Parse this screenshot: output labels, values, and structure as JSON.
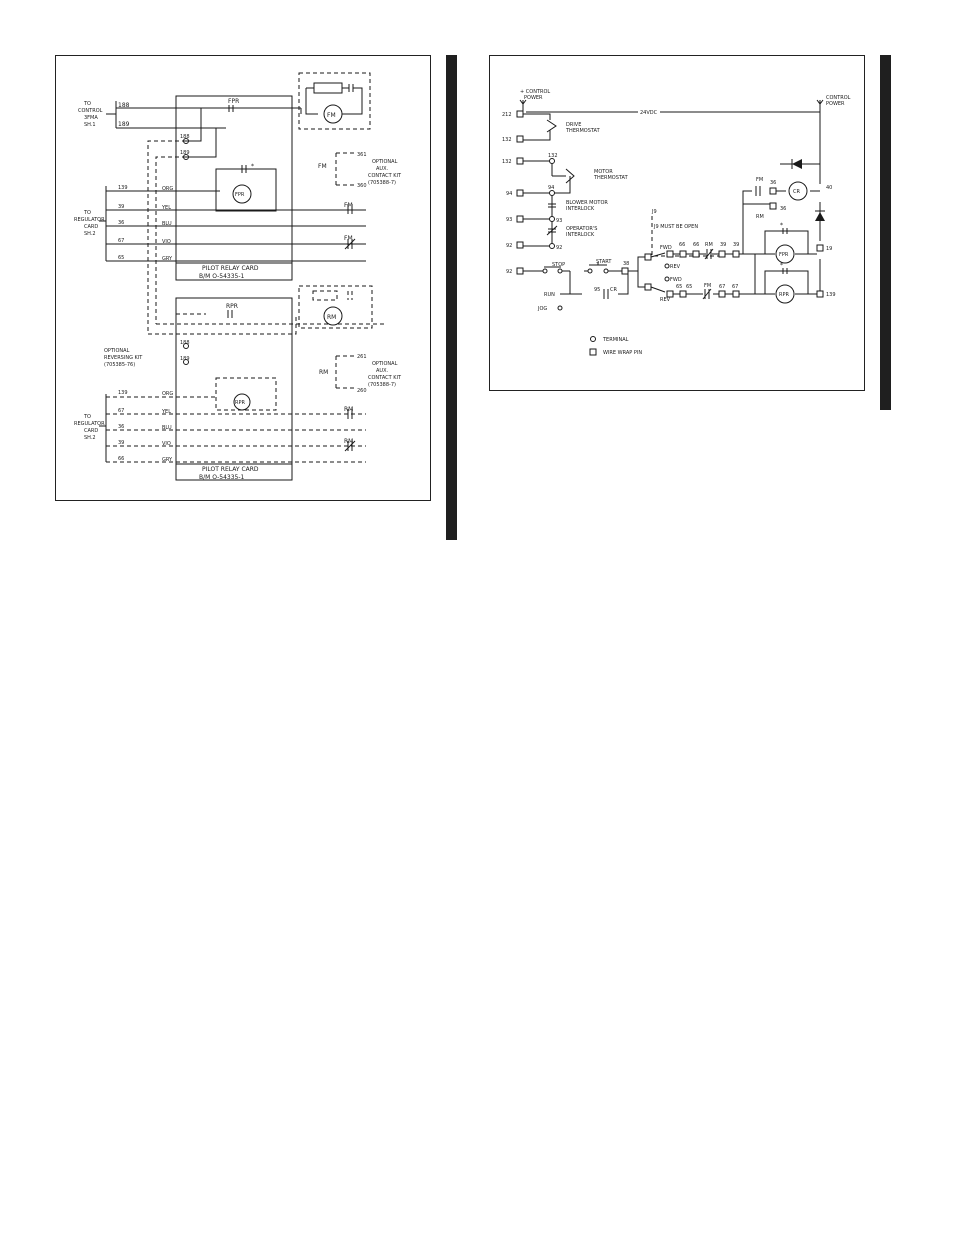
{
  "left_diagram": {
    "to_control_label": [
      "TO",
      "CONTROL",
      "3FMA",
      "SH.1"
    ],
    "wire_188": "188",
    "wire_189": "189",
    "fpr_top": "FPR",
    "fm_motor": "FM",
    "fm_aux": "FM",
    "aux_top": [
      "OPTIONAL",
      "AUX.",
      "CONTACT KIT",
      "(705388-7)"
    ],
    "aux_top_terminal_a": "361",
    "aux_top_terminal_b": "360",
    "to_regulator_label": [
      "TO",
      "REGULATOR",
      "CARD",
      "SH.2"
    ],
    "wires": [
      "139",
      "39",
      "36",
      "67",
      "65"
    ],
    "colors": [
      "ORG",
      "YEL",
      "BLU",
      "VIO",
      "GRY"
    ],
    "fpr_coil": "FPR",
    "asterisk": "*",
    "fm_contact_1": "FM",
    "fm_contact_2": "FM",
    "card_top": [
      "PILOT RELAY CARD",
      "B/M O-54335-1"
    ],
    "rpr_label": "RPR",
    "rm_motor": "RM",
    "reversing_kit": [
      "OPTIONAL",
      "REVERSING KIT",
      "(705385-76)"
    ],
    "rev_188": "188",
    "rev_189": "189",
    "rm_aux": "RM",
    "aux_bottom": [
      "OPTIONAL",
      "AUX.",
      "CONTACT KIT",
      "(705388-7)"
    ],
    "aux_bottom_terminal_a": "261",
    "aux_bottom_terminal_b": "260",
    "rpr_coil": "RPR",
    "to_regulator_label_2": [
      "TO",
      "REGULATOR",
      "CARD",
      "SH.2"
    ],
    "wires_2": [
      "139",
      "67",
      "36",
      "39",
      "66"
    ],
    "colors_2": [
      "ORG",
      "YEL",
      "BLU",
      "VIO",
      "GRY"
    ],
    "rm_contact_1": "RM",
    "rm_contact_2": "RM",
    "card_bottom": [
      "PILOT RELAY CARD",
      "B/M O-54335-1"
    ]
  },
  "right_diagram": {
    "control_power_left": [
      "+ CONTROL",
      "POWER"
    ],
    "control_power_right": [
      "CONTROL",
      "POWER"
    ],
    "voltage": "24VDC",
    "pins": [
      "212",
      "132",
      "132",
      "94",
      "93",
      "92",
      "92"
    ],
    "n132": "132",
    "n94": "94",
    "n93": "93",
    "n92": "92",
    "drive_thermostat": [
      "DRIVE",
      "THERMOSTAT"
    ],
    "motor_thermostat": [
      "MOTOR",
      "THERMOSTAT"
    ],
    "blower_interlock": [
      "BLOWER MOTOR",
      "INTERLOCK"
    ],
    "operator_interlock": [
      "OPERATOR'S",
      "INTERLOCK"
    ],
    "j9_label": "J9",
    "j9_note": "J9 MUST BE OPEN",
    "stop": "STOP",
    "start": "START",
    "n38": "38",
    "run": "RUN",
    "jog": "JOG",
    "n95": "95",
    "cr": "CR",
    "fwd_top": "FWD",
    "rev_top": "REV",
    "fwd_bottom": "FWD",
    "rev_bottom": "REV",
    "row1": [
      "66",
      "66",
      "RM",
      "39",
      "39"
    ],
    "row2": [
      "65",
      "65",
      "FM",
      "67",
      "67"
    ],
    "fm_contact": "FM",
    "n36a": "36",
    "n36b": "36",
    "rm_contact": "RM",
    "cr_coil": "CR",
    "fpr_coil": "FPR",
    "rpr_coil": "RPR",
    "n40": "40",
    "n19": "19",
    "n139": "139",
    "asterisk": "*",
    "legend_terminal": "TERMINAL",
    "legend_pin": "WIRE WRAP PIN"
  }
}
